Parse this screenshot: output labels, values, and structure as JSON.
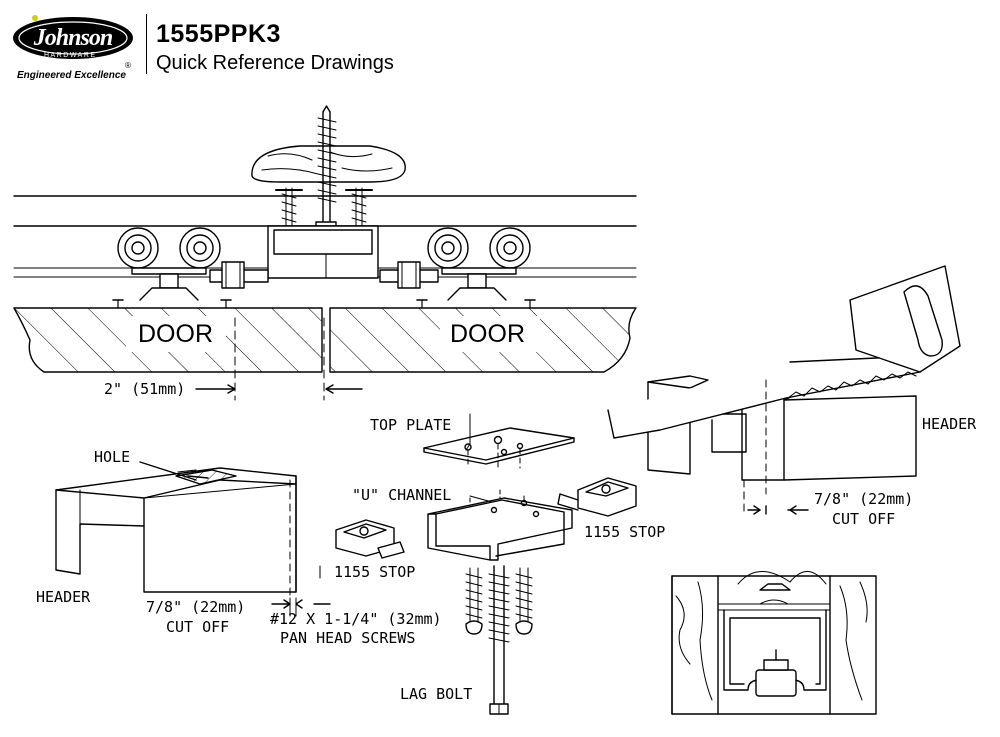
{
  "brand": {
    "logo_text": "Johnson",
    "logo_subtext": "HARDWARE",
    "tagline": "Engineered Excellence",
    "registered_mark": "®"
  },
  "title": {
    "part_number": "1555PPK3",
    "subtitle": "Quick Reference Drawings"
  },
  "labels": {
    "door_left": "DOOR",
    "door_right": "DOOR",
    "gap_dim": "2\" (51mm)",
    "top_plate": "TOP PLATE",
    "u_channel": "\"U\" CHANNEL",
    "hole": "HOLE",
    "header_left": "HEADER",
    "header_right": "HEADER",
    "stop_left": "1155 STOP",
    "stop_right": "1155 STOP",
    "cutoff_left_dim": "7/8\" (22mm)",
    "cutoff_left_text": "CUT OFF",
    "cutoff_right_dim": "7/8\" (22mm)",
    "cutoff_right_text": "CUT OFF",
    "screws_line1": "#12 X 1-1/4\" (32mm)",
    "screws_line2": "PAN HEAD SCREWS",
    "lag_bolt": "LAG BOLT"
  },
  "colors": {
    "ink": "#000000",
    "paper": "#ffffff",
    "logo_fill": "#000000",
    "logo_dot": "#c8d400"
  }
}
